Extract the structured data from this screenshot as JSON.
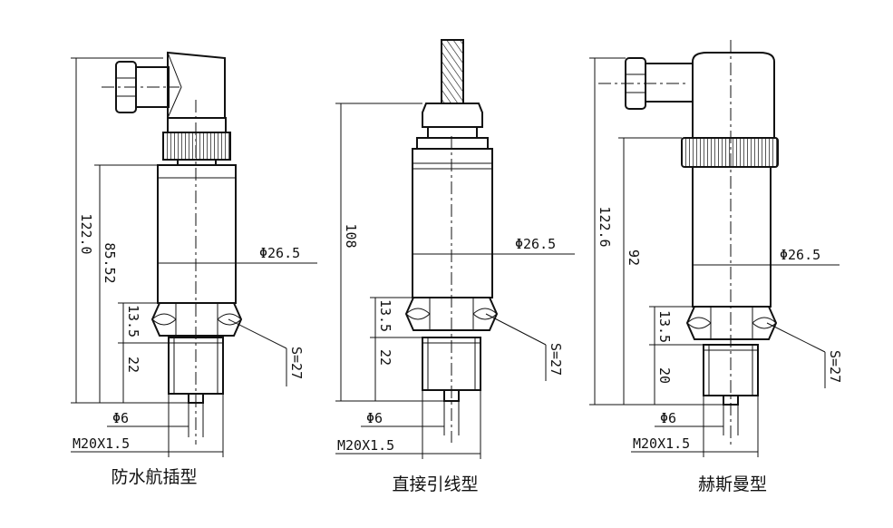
{
  "drawings": [
    {
      "name": "waterproof-plug",
      "caption": "防水航插型",
      "dims": {
        "total": "122.0",
        "body": "85.52",
        "hex": "13.5",
        "thread": "22",
        "diameter": "Φ26.5",
        "spanner": "S=27",
        "port": "Φ6",
        "thread_spec": "M20X1.5"
      }
    },
    {
      "name": "direct-cable",
      "caption": "直接引线型",
      "dims": {
        "total": "108",
        "hex": "13.5",
        "thread": "22",
        "diameter": "Φ26.5",
        "spanner": "S=27",
        "port": "Φ6",
        "thread_spec": "M20X1.5"
      }
    },
    {
      "name": "hirschmann",
      "caption": "赫斯曼型",
      "dims": {
        "total": "122.6",
        "body": "92",
        "hex": "13.5",
        "thread": "20",
        "diameter": "Φ26.5",
        "spanner": "S=27",
        "port": "Φ6",
        "thread_spec": "M20X1.5"
      }
    }
  ]
}
